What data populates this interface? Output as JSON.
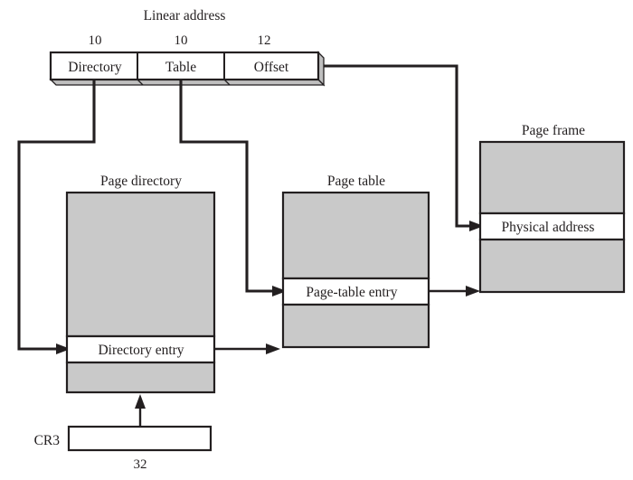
{
  "figure": {
    "title": "Linear address",
    "bit_widths": [
      "10",
      "10",
      "12"
    ],
    "cr3_width_label": "32"
  },
  "linear_address": {
    "caption": "Linear address",
    "fields": [
      {
        "label": "Directory",
        "bits": "10"
      },
      {
        "label": "Table",
        "bits": "10"
      },
      {
        "label": "Offset",
        "bits": "12"
      }
    ]
  },
  "page_directory": {
    "caption": "Page directory",
    "entry_label": "Directory entry"
  },
  "page_table": {
    "caption": "Page table",
    "entry_label": "Page-table entry"
  },
  "page_frame": {
    "caption": "Page frame",
    "entry_label": "Physical address"
  },
  "cr3": {
    "label": "CR3",
    "width_label": "32"
  },
  "colors": {
    "stroke": "#231f20",
    "table_fill": "#c9c9c9",
    "entry_fill": "#ffffff",
    "shadow_fill": "#bfbfbf",
    "background": "#ffffff"
  }
}
